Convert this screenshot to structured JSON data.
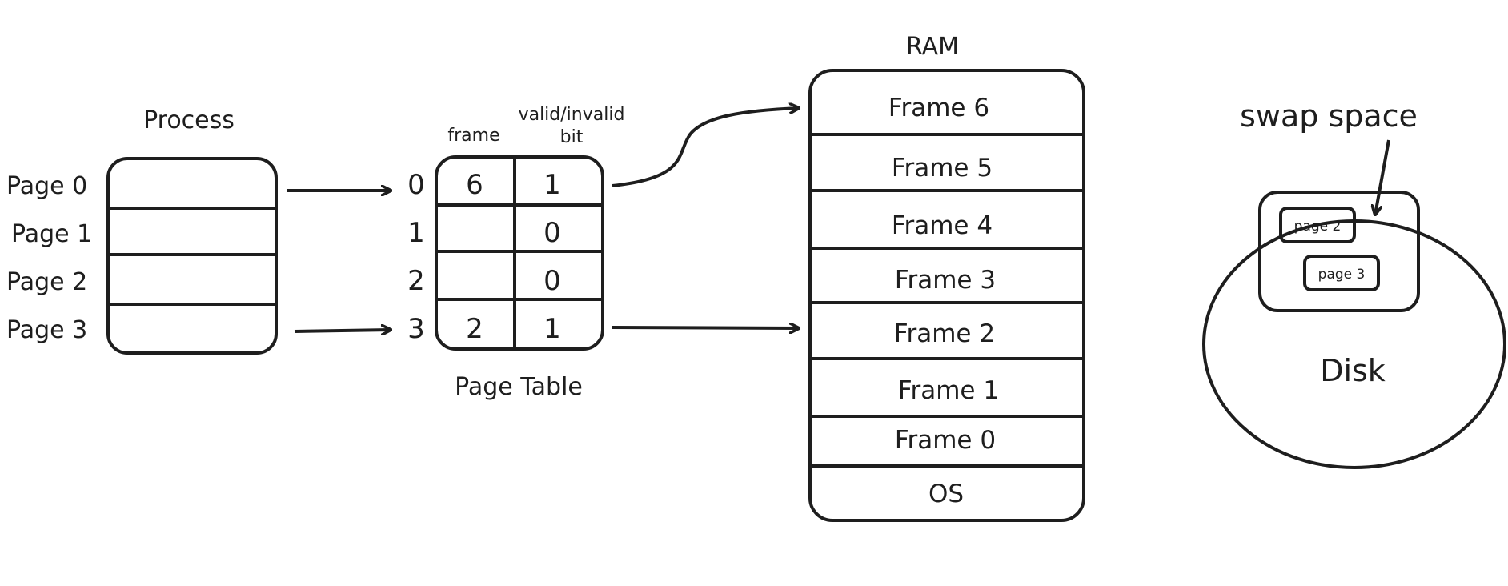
{
  "process": {
    "title": "Process",
    "pages": [
      "Page 0",
      "Page 1",
      "Page 2",
      "Page 3"
    ]
  },
  "page_table": {
    "title": "Page Table",
    "col_frame": "frame",
    "col_valid_line1": "valid/invalid",
    "col_valid_line2": "bit",
    "rows": [
      {
        "index": "0",
        "frame": "6",
        "valid": "1"
      },
      {
        "index": "1",
        "frame": "",
        "valid": "0"
      },
      {
        "index": "2",
        "frame": "",
        "valid": "0"
      },
      {
        "index": "3",
        "frame": "2",
        "valid": "1"
      }
    ]
  },
  "ram": {
    "title": "RAM",
    "frames": [
      "Frame 6",
      "Frame 5",
      "Frame 4",
      "Frame 3",
      "Frame 2",
      "Frame 1",
      "Frame 0",
      "OS"
    ]
  },
  "disk": {
    "label": "Disk",
    "swap_label": "swap space",
    "pages": [
      "page 2",
      "page 3"
    ]
  }
}
